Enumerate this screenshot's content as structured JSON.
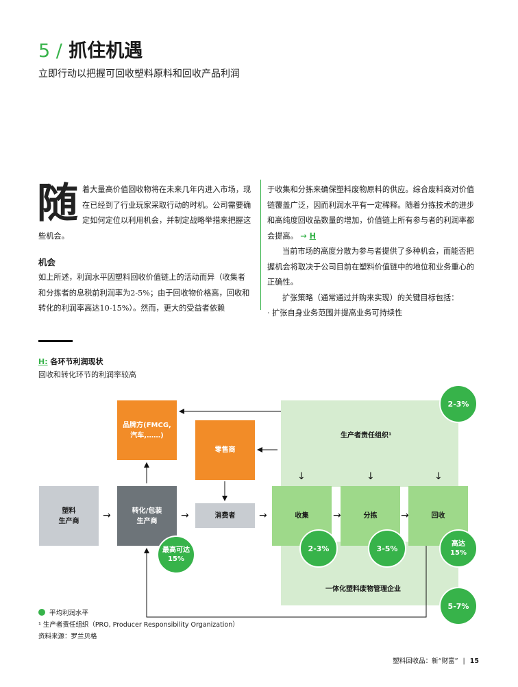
{
  "header": {
    "chapter_number": "5 /",
    "chapter_title": "抓住机遇",
    "subtitle": "立即行动以把握可回收塑料原料和回收产品利润"
  },
  "body": {
    "dropcap": "随",
    "para1": "着大量高价值回收物将在未来几年内进入市场，现在已经到了行业玩家采取行动的时机。公司需要确定如何定位以利用机会，并制定战略举措来把握这些机会。",
    "section_heading": "机会",
    "para2": "如上所述，利润水平因塑料回收价值链上的活动而异（收集者和分拣者的息税前利润率为2-5%；由于回收物价格高，回收和转化的利润率高达10-15%）。然而，更大的受益者依赖",
    "col2_para1": "于收集和分拣来确保塑料废物原料的供应。综合废料商对价值链覆盖广泛，因而利润水平有一定稀释。随着分拣技术的进步和高纯度回收品数量的增加，价值链上所有参与者的利润率都会提高。",
    "col2_ref_arrow": "→",
    "col2_ref_label": "H",
    "col2_para2": "当前市场的高度分散为参与者提供了多种机会，而能否把握机会将取决于公司目前在塑料价值链中的地位和业务重心的正确性。",
    "col2_para3": "扩张策略（通常通过并购来实现）的关键目标包括：",
    "col2_bullet": "· 扩张自身业务范围并提高业务可持续性"
  },
  "figure": {
    "label": "H:",
    "title": "各环节利润现状",
    "subtitle": "回收和转化环节的利润率较高",
    "boxes": {
      "plastic_producer": "塑料\n生产商",
      "converter": "转化/包装\n生产商",
      "brand_owner": "品牌方(FMCG,\n汽车,……)",
      "retailer": "零售商",
      "consumer": "消费者",
      "collection": "收集",
      "sorting": "分拣",
      "recycling": "回收"
    },
    "zones": {
      "pro": "生产者责任组织¹",
      "integrated": "一体化塑料废物管理企业"
    },
    "margins": {
      "pro": "2-3%",
      "converter": "最高可达\n15%",
      "collection": "2-3%",
      "sorting": "3-5%",
      "recycling": "高达\n15%",
      "integrated": "5-7%"
    },
    "arrow": "→",
    "arrow_down": "↓"
  },
  "notes": {
    "legend": "平均利润水平",
    "footnote": "¹ 生产者责任组织（PRO, Producer Responsibility Organization）",
    "source": "资料来源：罗兰贝格"
  },
  "footer": {
    "text": "塑料回收品：新“财富”",
    "separator": "|",
    "page": "15"
  },
  "colors": {
    "accent_green": "#37b34a",
    "orange": "#f28c28",
    "pale_green": "#d6ecd0",
    "box_green": "#9ed98a",
    "dark_gray": "#6d7479",
    "light_gray": "#c8ccd1"
  }
}
